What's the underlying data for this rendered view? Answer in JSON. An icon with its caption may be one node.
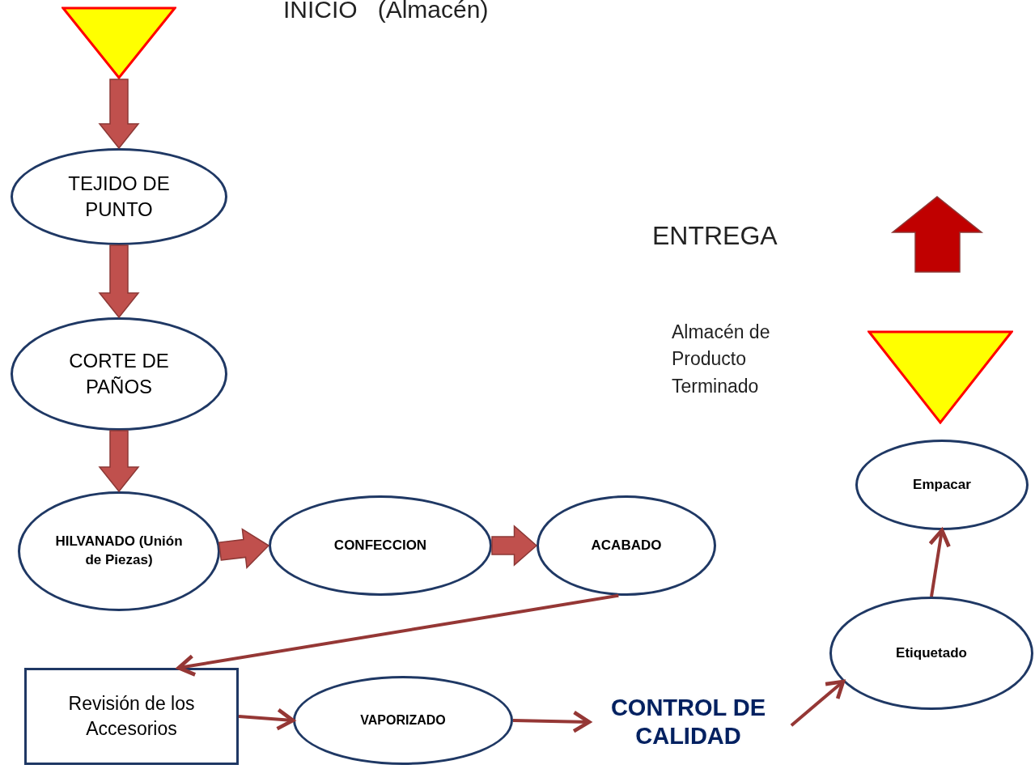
{
  "diagram": {
    "nodes": [
      {
        "text": [],
        "shape": "triangle"
      },
      {
        "text": [
          "TEJIDO DE PUNTO"
        ]
      },
      {
        "text": [
          "CORTE DE PAÑOS"
        ]
      },
      {
        "text": [
          "HILVANADO (Unión de Piezas)"
        ]
      },
      {
        "text": [
          "CONFECCION"
        ]
      },
      {
        "text": [
          "ACABADO"
        ]
      },
      {
        "text": [
          "Revisión de los Accesorios"
        ]
      },
      {
        "text": [
          "VAPORIZADO"
        ]
      },
      {
        "text": [
          "CONTROL DE CALIDAD"
        ]
      },
      {
        "text": [
          "Etiquetado"
        ]
      },
      {
        "text": [
          "Empacar"
        ]
      },
      {
        "text": [],
        "shape": "triangle"
      }
    ],
    "edges": [
      {
        "from": 0,
        "to": 1,
        "arrow": "to",
        "style": "thick",
        "color": "#c0504d"
      },
      {
        "from": 1,
        "to": 2,
        "arrow": "to",
        "style": "thick",
        "color": "#c0504d"
      },
      {
        "from": 2,
        "to": 3,
        "arrow": "to",
        "style": "thick",
        "color": "#c0504d"
      },
      {
        "from": 3,
        "to": 4,
        "arrow": "to",
        "style": "thick",
        "color": "#c0504d"
      },
      {
        "from": 4,
        "to": 5,
        "arrow": "to",
        "style": "thick",
        "color": "#c0504d"
      },
      {
        "from": 5,
        "to": 6,
        "arrow": "to"
      },
      {
        "from": 6,
        "to": 7,
        "arrow": "to"
      },
      {
        "from": 7,
        "to": 8,
        "arrow": "to"
      },
      {
        "from": 8,
        "to": 9,
        "arrow": "to"
      },
      {
        "from": 9,
        "to": 10,
        "arrow": "to"
      }
    ],
    "labels": [
      "INICIO   (Almacén)",
      "ENTREGA",
      "Almacén de Producto Terminado"
    ]
  }
}
